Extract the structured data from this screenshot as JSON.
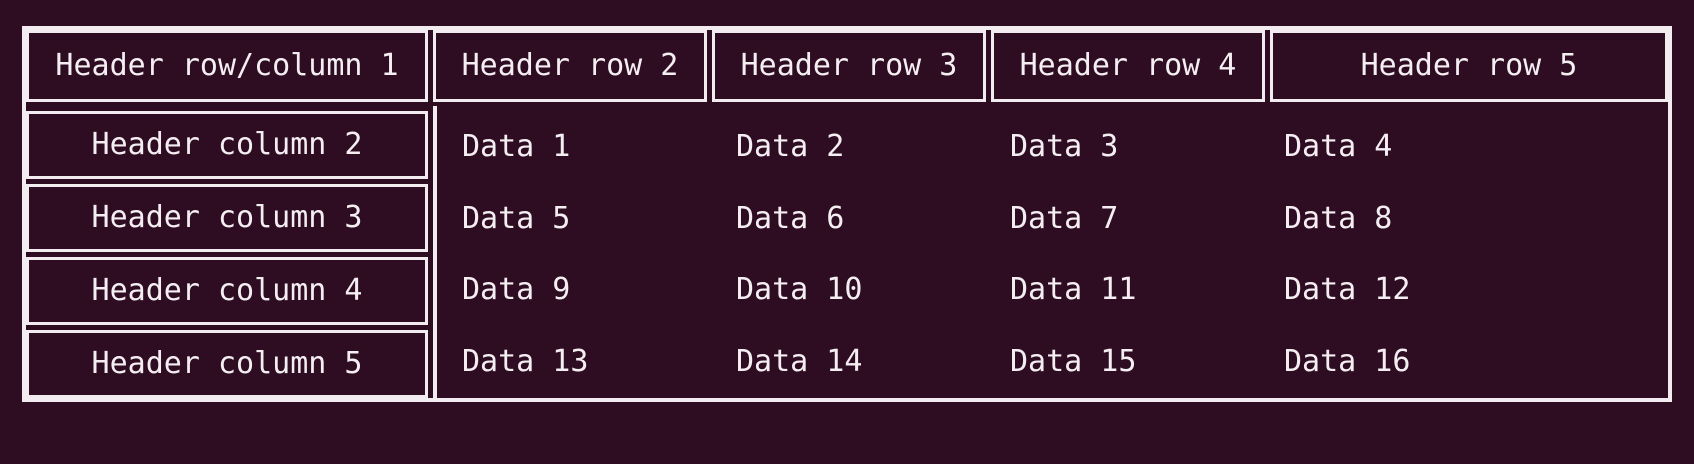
{
  "page": {
    "background_color": "#2e0d22",
    "border_color": "#f2ecf0",
    "text_color": "#f4eef2"
  },
  "table": {
    "header_row": [
      "Header row/column 1",
      "Header row 2",
      "Header row 3",
      "Header row 4",
      "Header row 5"
    ],
    "header_column": [
      "Header column 2",
      "Header column 3",
      "Header column 4",
      "Header column 5"
    ],
    "data_rows": [
      [
        "Data 1",
        "Data 2",
        "Data 3",
        "Data 4"
      ],
      [
        "Data 5",
        "Data 6",
        "Data 7",
        "Data 8"
      ],
      [
        "Data 9",
        "Data 10",
        "Data 11",
        "Data 12"
      ],
      [
        "Data 13",
        "Data 14",
        "Data 15",
        "Data 16"
      ]
    ]
  }
}
